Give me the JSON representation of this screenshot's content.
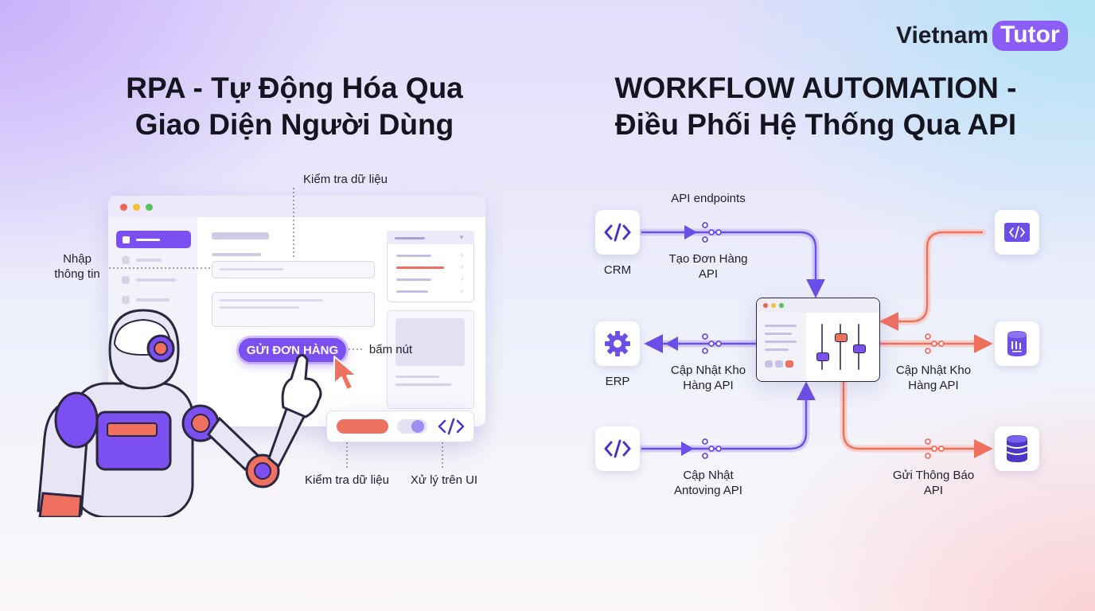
{
  "brand": {
    "word": "Vietnam",
    "pill": "Tutor"
  },
  "left": {
    "title": [
      "RPA - Tự Động Hóa Qua",
      "Giao Diện Người Dùng"
    ],
    "labels": {
      "check_data_top": "Kiểm tra dữ liệu",
      "input_info": [
        "Nhập",
        "thông tin"
      ],
      "click_button": "bấm nút",
      "check_data_bottom": "Kiểm tra dữ liệu",
      "process_ui": "Xử lý trên UI"
    },
    "send_button": "GỬI ĐƠN HÀNG"
  },
  "right": {
    "title": [
      "WORKFLOW AUTOMATION -",
      "Điều Phối Hệ Thống Qua API"
    ],
    "endpoints_label": "API endpoints",
    "nodes": {
      "crm": {
        "label": "CRM",
        "icon": "code-icon"
      },
      "erp": {
        "label": "ERP",
        "icon": "gear-icon"
      },
      "source3": {
        "icon": "code-icon"
      },
      "out_code": {
        "icon": "code-window-icon"
      },
      "out_db_chip": {
        "icon": "database-chip-icon"
      },
      "out_db": {
        "icon": "database-icon"
      }
    },
    "api_labels": {
      "create_order": [
        "Tạo Đơn Hàng",
        "API"
      ],
      "update_stock_left": [
        "Cập Nhật Kho",
        "Hàng API"
      ],
      "update_antoving": [
        "Cập Nhật",
        "Antoving API"
      ],
      "update_stock_right": [
        "Cập Nhật Kho",
        "Hàng API"
      ],
      "send_notification": [
        "Gửi Thông Báo",
        "API"
      ]
    }
  },
  "colors": {
    "purple": "#7c4ff0",
    "coral": "#f07060",
    "line_purple": "#8a6cf0"
  }
}
